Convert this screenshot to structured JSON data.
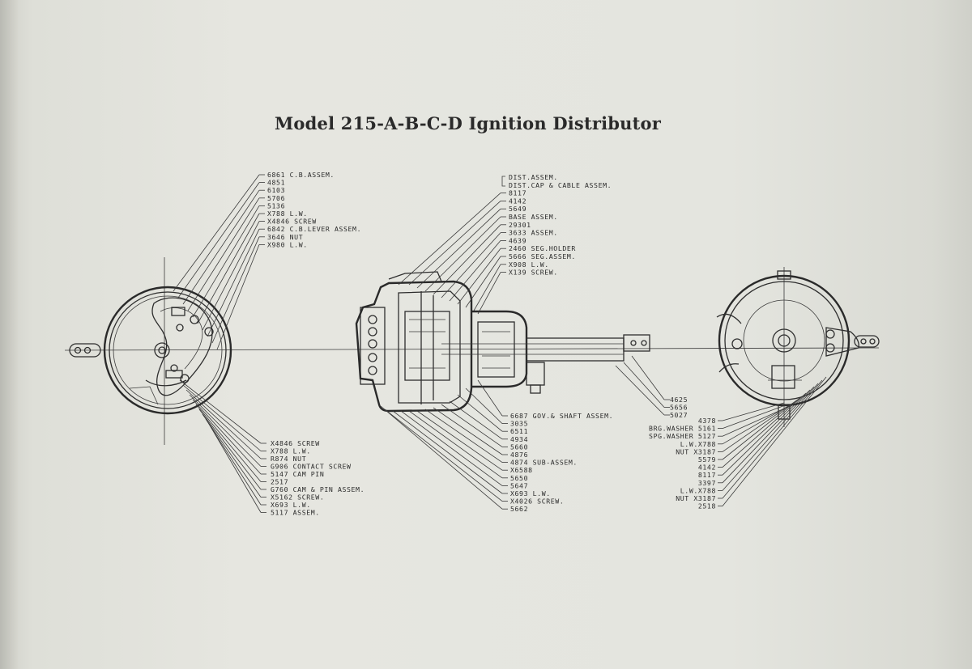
{
  "title": "Model 215-A-B-C-D Ignition Distributor",
  "labels": {
    "tl": [
      {
        "t": "6861 C.B.ASSEM."
      },
      {
        "t": "4851"
      },
      {
        "t": "6103"
      },
      {
        "t": "5706"
      },
      {
        "t": "5136"
      },
      {
        "t": "X788 L.W."
      },
      {
        "t": "X4846 SCREW"
      },
      {
        "t": "6842 C.B.LEVER ASSEM."
      },
      {
        "t": "3646 NUT"
      },
      {
        "t": "X980 L.W."
      }
    ],
    "tc": [
      {
        "t": "DIST.ASSEM."
      },
      {
        "t": "DIST.CAP & CABLE ASSEM."
      },
      {
        "t": "8117"
      },
      {
        "t": "4142"
      },
      {
        "t": "5649"
      },
      {
        "t": "BASE ASSEM."
      },
      {
        "t": "29301"
      },
      {
        "t": "3633 ASSEM."
      },
      {
        "t": "4639"
      },
      {
        "t": "2460 SEG.HOLDER"
      },
      {
        "t": "5666 SEG.ASSEM."
      },
      {
        "t": "X908 L.W."
      },
      {
        "t": "X139 SCREW."
      }
    ],
    "bl": [
      {
        "t": "X4846 SCREW"
      },
      {
        "t": "X788 L.W."
      },
      {
        "t": "R874 NUT"
      },
      {
        "t": "G906 CONTACT SCREW"
      },
      {
        "t": "5147 CAM PIN"
      },
      {
        "t": "2517"
      },
      {
        "t": "G760 CAM & PIN ASSEM."
      },
      {
        "t": "X5162 SCREW."
      },
      {
        "t": "X693 L.W."
      },
      {
        "t": "5117 ASSEM."
      }
    ],
    "bc": [
      {
        "t": "6687 GOV.& SHAFT ASSEM."
      },
      {
        "t": "3035"
      },
      {
        "t": "6511"
      },
      {
        "t": "4934"
      },
      {
        "t": "5660"
      },
      {
        "t": "4876"
      },
      {
        "t": "4874 SUB-ASSEM."
      },
      {
        "t": "X6588"
      },
      {
        "t": "5650"
      },
      {
        "t": "5647"
      },
      {
        "t": "X693 L.W."
      },
      {
        "t": "X4026 SCREW."
      },
      {
        "t": "5662"
      }
    ],
    "mr": [
      {
        "t": "4625"
      },
      {
        "t": "5656"
      },
      {
        "t": "5027"
      }
    ],
    "br": [
      {
        "t": "4378"
      },
      {
        "t": "BRG.WASHER 5161"
      },
      {
        "t": "SPG.WASHER 5127"
      },
      {
        "t": "L.W.X788"
      },
      {
        "t": "NUT X3187"
      },
      {
        "t": "5579"
      },
      {
        "t": "4142"
      },
      {
        "t": "8117"
      },
      {
        "t": "3397"
      },
      {
        "t": "L.W.X788"
      },
      {
        "t": "NUT X3187"
      },
      {
        "t": "2518"
      }
    ]
  }
}
